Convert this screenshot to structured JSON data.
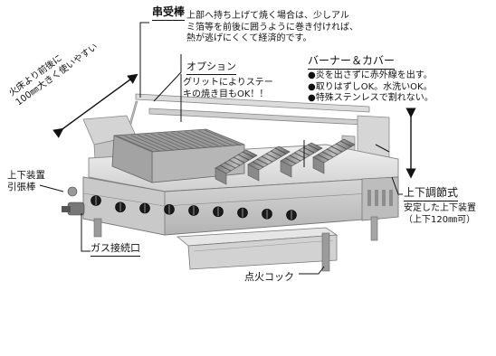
{
  "labels": {
    "kushiuke": "串受棒",
    "top_note": [
      "上部へ持ち上げて焼く場合は、少しアル",
      "ミ箔等を前後に囲うように巻き付ければ、",
      "熱が逃げにくくて経済的です。"
    ],
    "option_title": "オプション",
    "option_note": [
      "グリットによりステー",
      "キの焼き目もOK！！"
    ],
    "burner_title": "バーナー＆カバー",
    "burner_points": [
      "●炎を出さずに赤外線を出す。",
      "●取りはずしOK。水洗いOK。",
      "●特殊ステンレスで割れない。"
    ],
    "depth_note": [
      "火床より前後に",
      "100㎜大きく使いやすい"
    ],
    "left_label": [
      "上下装置",
      "引張棒"
    ],
    "gas_label": "ガス接続口",
    "adjust_title": "上下調節式",
    "adjust_note": [
      "安定した上下装置",
      "（上下120㎜可）"
    ],
    "cock_label": "点火コック"
  },
  "colors": {
    "steel_light": "#e4e4e4",
    "steel_mid": "#c2c2c2",
    "steel_dark": "#8a8a8a",
    "knob": "#1a1a1a",
    "text": "#111111"
  }
}
